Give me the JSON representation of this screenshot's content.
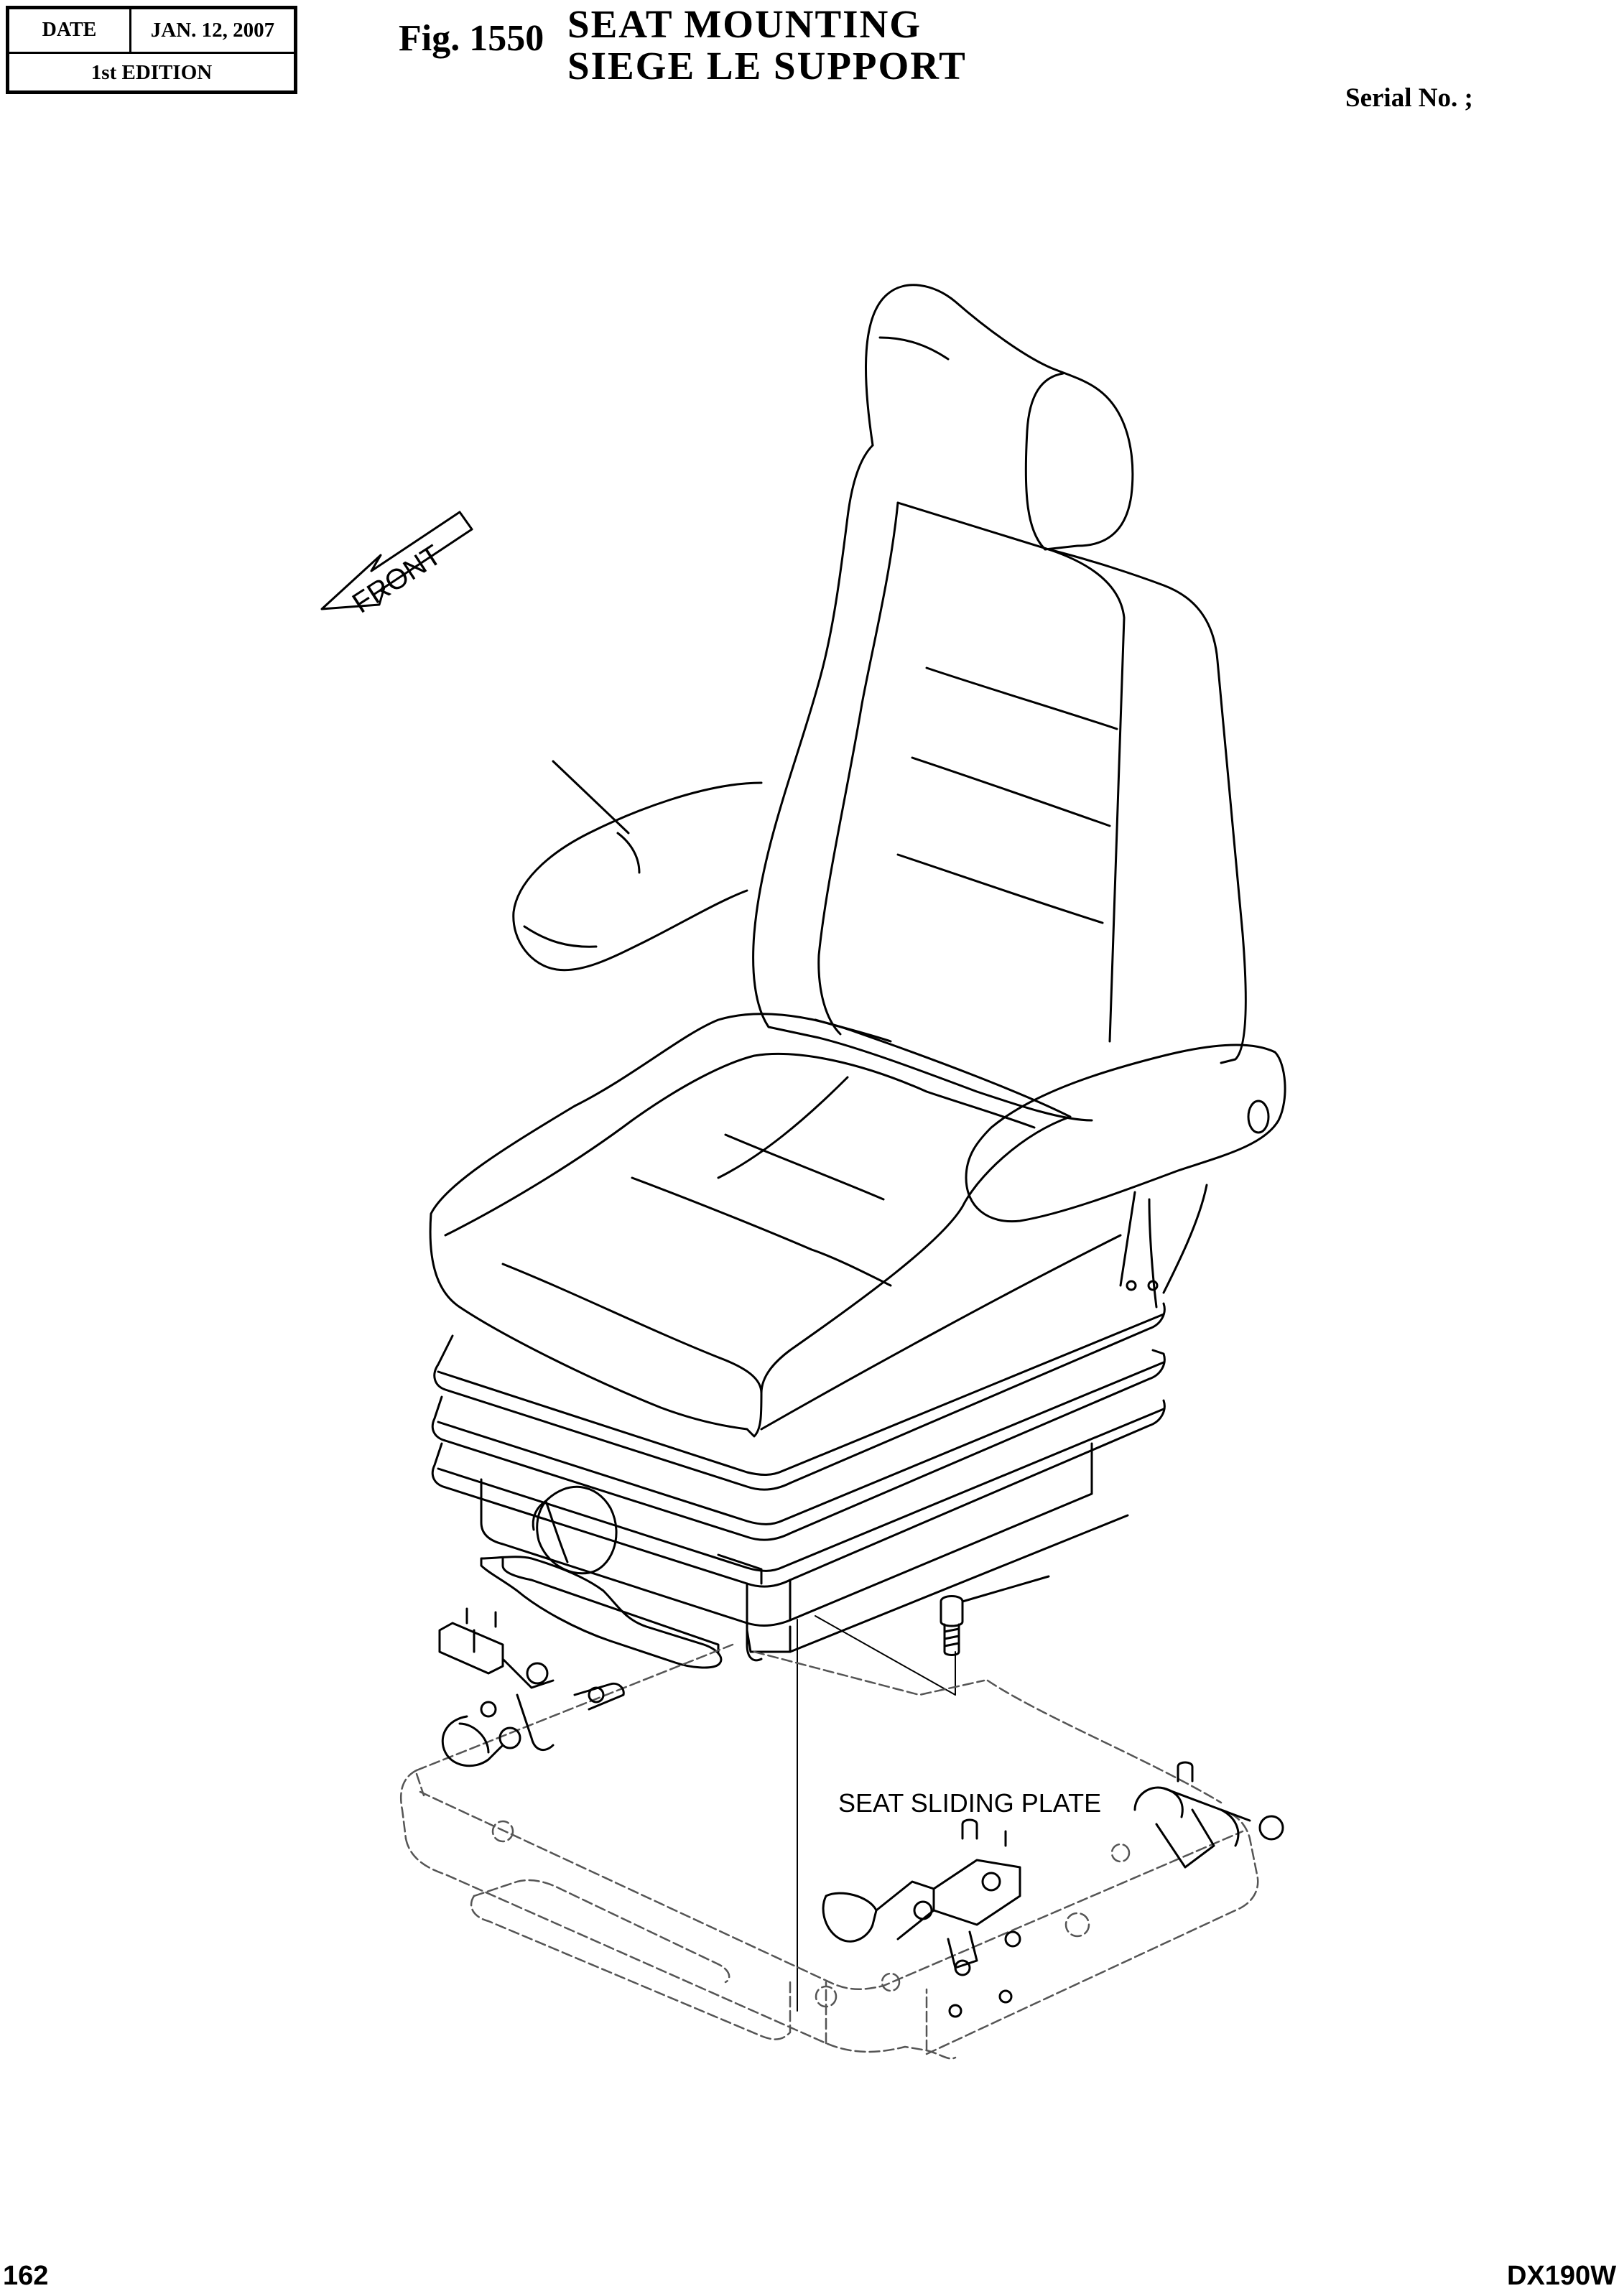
{
  "header": {
    "date_label": "DATE",
    "date_value": "JAN. 12, 2007",
    "edition": "1st EDITION"
  },
  "figure": {
    "label": "Fig. 1550",
    "title_en": "SEAT  MOUNTING",
    "title_fr": "SIEGE  LE  SUPPORT"
  },
  "serial": "Serial No. ;",
  "drawing": {
    "front_label": "FRONT",
    "plate_label": "SEAT SLIDING PLATE"
  },
  "footer": {
    "page_number": "162",
    "model": "DX190W"
  }
}
